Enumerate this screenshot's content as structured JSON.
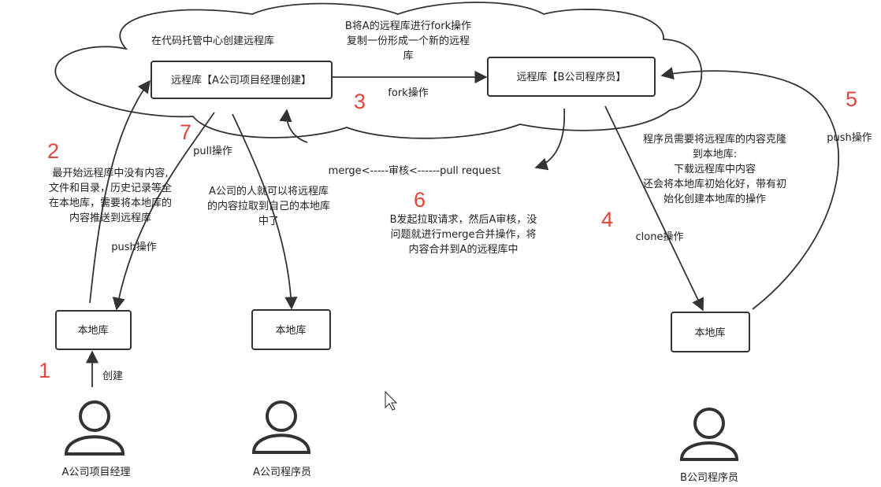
{
  "cloud_label": "在代码托管中心创建远程库",
  "nodes": {
    "repo_a": "远程库【A公司项目经理创建】",
    "repo_b": "远程库【B公司程序员】",
    "local_manager": "本地库",
    "local_a_dev": "本地库",
    "local_b_dev": "本地库"
  },
  "people": {
    "manager": "A公司项目经理",
    "a_dev": "A公司程序员",
    "b_dev": "B公司程序员"
  },
  "edge_labels": {
    "fork": "fork操作",
    "pull": "pull操作",
    "push_left": "push操作",
    "push_right": "push操作",
    "clone": "clone操作",
    "create": "创建",
    "merge_flow": "merge<-----审核<------pull request"
  },
  "notes": {
    "fork_note": [
      "B将A的远程库进行fork操作",
      "复制一份形成一个新的远程",
      "库"
    ],
    "push_note": [
      "最开始远程库中没有内容,",
      "文件和目录，历史记录等全",
      "在本地库，需要将本地库的",
      "内容推送到远程库"
    ],
    "pull_note": [
      "A公司的人就可以将远程库",
      "的内容拉取到自己的本地库",
      "中了"
    ],
    "pr_note": [
      "B发起拉取请求，然后A审核，没",
      "问题就进行merge合并操作，将",
      "内容合并到A的远程库中"
    ],
    "clone_note": [
      "程序员需要将远程库的内容克隆",
      "到本地库:",
      "下载远程库中内容",
      "还会将本地库初始化好，带有初",
      "始化创建本地库的操作"
    ]
  },
  "step_numbers": [
    "1",
    "2",
    "3",
    "4",
    "5",
    "6",
    "7"
  ],
  "colors": {
    "step_number": "#e0463b",
    "stroke": "#333333"
  }
}
